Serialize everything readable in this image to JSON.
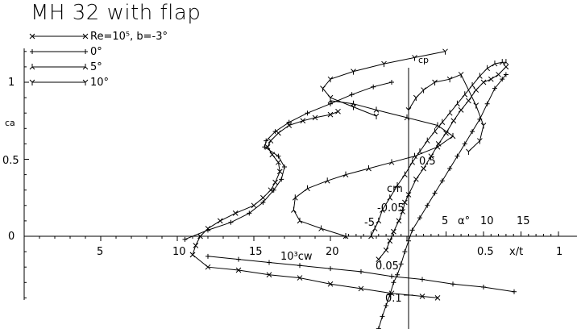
{
  "chart_data": {
    "type": "line",
    "title": "MH 32 with flap",
    "legend": {
      "placement": "top-left",
      "entries": [
        {
          "label": "Re=10⁵, b=-3°",
          "marker": "x"
        },
        {
          "label": "0°",
          "marker": "+"
        },
        {
          "label": "5°",
          "marker": "tri"
        },
        {
          "label": "10°",
          "marker": "y"
        }
      ]
    },
    "panels": {
      "drag_polar": {
        "xlabel": "10³cw",
        "ylabel": "ca",
        "x_ticks": [
          "5",
          "10",
          "15",
          "20"
        ],
        "y_ticks": [
          "0",
          "0.5",
          "1"
        ]
      },
      "cm_axis": {
        "label": "cm",
        "ticks": [
          "-0.05",
          "0.05",
          "0.1"
        ]
      },
      "lift_curve": {
        "xlabel": "α°",
        "x_ticks": [
          "-5",
          "5",
          "10",
          "15"
        ],
        "y_ticks": [
          "0.5"
        ]
      },
      "xt_axis": {
        "xlabel": "x/t",
        "x_ticks": [
          "0.5",
          "1"
        ],
        "label": "cp",
        "y_ticks": [
          "0.5"
        ]
      }
    },
    "series": [
      {
        "name": "Re=10⁵, b=-3°",
        "marker": "x",
        "polar": [
          [
            11.0,
            -0.12
          ],
          [
            11.2,
            -0.06
          ],
          [
            11.5,
            0.0
          ],
          [
            12.0,
            0.05
          ],
          [
            12.8,
            0.1
          ],
          [
            13.8,
            0.15
          ],
          [
            15.0,
            0.2
          ],
          [
            15.6,
            0.25
          ],
          [
            16.1,
            0.3
          ],
          [
            16.4,
            0.35
          ],
          [
            16.7,
            0.42
          ],
          [
            16.6,
            0.48
          ],
          [
            16.2,
            0.53
          ],
          [
            15.9,
            0.58
          ],
          [
            16.1,
            0.62
          ],
          [
            16.6,
            0.67
          ],
          [
            17.3,
            0.72
          ],
          [
            18.2,
            0.75
          ],
          [
            19.0,
            0.77
          ],
          [
            20.0,
            0.79
          ],
          [
            20.5,
            0.81
          ]
        ],
        "polar_low": [
          [
            11.0,
            -0.12
          ],
          [
            12.0,
            -0.2
          ],
          [
            14.0,
            -0.22
          ],
          [
            16.0,
            -0.25
          ],
          [
            18.0,
            -0.27
          ],
          [
            20.0,
            -0.31
          ],
          [
            22.0,
            -0.34
          ],
          [
            24.0,
            -0.37
          ],
          [
            26.0,
            -0.39
          ],
          [
            27.0,
            -0.4
          ]
        ],
        "lift": [
          [
            -4.0,
            -0.15
          ],
          [
            -3.0,
            -0.09
          ],
          [
            -2.5,
            -0.03
          ],
          [
            -2.0,
            0.03
          ],
          [
            -1.3,
            0.1
          ],
          [
            -0.8,
            0.16
          ],
          [
            -0.5,
            0.22
          ],
          [
            0.0,
            0.27
          ],
          [
            1.0,
            0.37
          ],
          [
            2.0,
            0.44
          ],
          [
            3.0,
            0.52
          ],
          [
            4.0,
            0.6
          ],
          [
            5.0,
            0.67
          ],
          [
            6.0,
            0.75
          ],
          [
            7.0,
            0.82
          ],
          [
            8.0,
            0.88
          ],
          [
            9.0,
            0.95
          ],
          [
            10.0,
            1.0
          ],
          [
            11.0,
            1.02
          ],
          [
            12.0,
            1.05
          ],
          [
            13.0,
            1.1
          ]
        ]
      },
      {
        "name": "0°",
        "marker": "+",
        "polar": [
          [
            10.5,
            -0.02
          ],
          [
            12.0,
            0.04
          ],
          [
            13.5,
            0.09
          ],
          [
            14.7,
            0.15
          ],
          [
            15.6,
            0.22
          ],
          [
            16.3,
            0.3
          ],
          [
            16.8,
            0.37
          ],
          [
            17.0,
            0.45
          ],
          [
            16.6,
            0.52
          ],
          [
            15.7,
            0.58
          ],
          [
            15.8,
            0.62
          ],
          [
            16.4,
            0.68
          ],
          [
            17.3,
            0.74
          ],
          [
            18.5,
            0.8
          ],
          [
            20.0,
            0.86
          ],
          [
            21.4,
            0.92
          ],
          [
            22.8,
            0.97
          ],
          [
            24.0,
            1.0
          ]
        ],
        "polar_low": [
          [
            12.0,
            -0.13
          ],
          [
            14.0,
            -0.15
          ],
          [
            16.0,
            -0.17
          ],
          [
            18.0,
            -0.19
          ],
          [
            20.0,
            -0.21
          ],
          [
            22.0,
            -0.23
          ],
          [
            24.0,
            -0.26
          ],
          [
            26.0,
            -0.28
          ],
          [
            28.0,
            -0.31
          ],
          [
            30.0,
            -0.33
          ],
          [
            32.0,
            -0.36
          ]
        ],
        "lift": [
          [
            -4.0,
            -0.6
          ],
          [
            -3.5,
            -0.52
          ],
          [
            -3.0,
            -0.45
          ],
          [
            -2.5,
            -0.38
          ],
          [
            -2.0,
            -0.3
          ],
          [
            -1.5,
            -0.25
          ],
          [
            -1.0,
            -0.18
          ],
          [
            -0.5,
            -0.1
          ],
          [
            0.0,
            -0.03
          ],
          [
            0.5,
            0.04
          ],
          [
            1.5,
            0.12
          ],
          [
            2.5,
            0.2
          ],
          [
            3.5,
            0.28
          ],
          [
            4.5,
            0.36
          ],
          [
            5.5,
            0.44
          ],
          [
            6.5,
            0.52
          ],
          [
            7.5,
            0.6
          ],
          [
            8.5,
            0.68
          ],
          [
            9.5,
            0.76
          ],
          [
            10.5,
            0.86
          ],
          [
            11.5,
            0.96
          ],
          [
            12.5,
            1.02
          ],
          [
            13.0,
            1.05
          ]
        ]
      },
      {
        "name": "5°",
        "marker": "tri",
        "polar": [
          [
            21.0,
            0.0
          ],
          [
            19.4,
            0.05
          ],
          [
            18.0,
            0.1
          ],
          [
            17.6,
            0.17
          ],
          [
            17.7,
            0.25
          ],
          [
            18.5,
            0.31
          ],
          [
            19.8,
            0.36
          ],
          [
            21.0,
            0.4
          ],
          [
            22.5,
            0.44
          ],
          [
            24.0,
            0.48
          ],
          [
            25.5,
            0.52
          ],
          [
            27.0,
            0.58
          ],
          [
            28.0,
            0.65
          ],
          [
            27.0,
            0.72
          ],
          [
            25.0,
            0.77
          ],
          [
            23.0,
            0.82
          ],
          [
            21.5,
            0.86
          ],
          [
            20.0,
            0.88
          ]
        ],
        "lift": [
          [
            -5.0,
            0.0
          ],
          [
            -4.5,
            0.05
          ],
          [
            -4.0,
            0.1
          ],
          [
            -3.5,
            0.17
          ],
          [
            -2.5,
            0.25
          ],
          [
            -1.5,
            0.33
          ],
          [
            -0.5,
            0.4
          ],
          [
            0.5,
            0.48
          ],
          [
            1.5,
            0.55
          ],
          [
            2.5,
            0.62
          ],
          [
            3.5,
            0.68
          ],
          [
            4.5,
            0.74
          ],
          [
            5.5,
            0.8
          ],
          [
            6.5,
            0.86
          ],
          [
            7.5,
            0.92
          ],
          [
            8.5,
            0.98
          ],
          [
            9.5,
            1.04
          ],
          [
            10.5,
            1.09
          ],
          [
            11.5,
            1.12
          ],
          [
            12.5,
            1.13
          ],
          [
            13.0,
            1.13
          ]
        ]
      },
      {
        "name": "10°",
        "marker": "y",
        "polar": [
          [
            23.0,
            0.78
          ],
          [
            21.5,
            0.84
          ],
          [
            20.0,
            0.9
          ],
          [
            19.5,
            0.96
          ],
          [
            20.0,
            1.02
          ],
          [
            21.5,
            1.07
          ],
          [
            23.5,
            1.12
          ],
          [
            25.5,
            1.16
          ],
          [
            27.5,
            1.2
          ]
        ],
        "lift": [
          [
            0.0,
            0.82
          ],
          [
            1.0,
            0.9
          ],
          [
            2.0,
            0.95
          ],
          [
            3.5,
            1.0
          ],
          [
            5.5,
            1.02
          ],
          [
            7.0,
            1.05
          ],
          [
            9.0,
            0.85
          ],
          [
            10.0,
            0.72
          ],
          [
            9.5,
            0.62
          ],
          [
            8.0,
            0.55
          ]
        ]
      }
    ]
  }
}
